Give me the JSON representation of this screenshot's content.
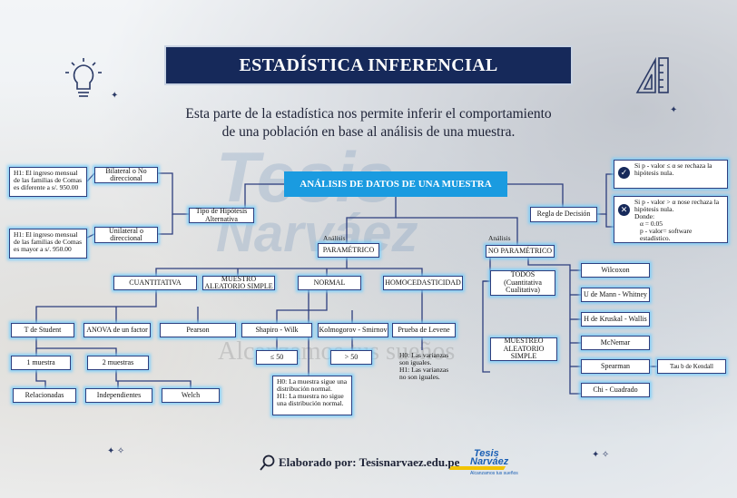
{
  "title": "ESTADÍSTICA INFERENCIAL",
  "intro": {
    "line1": "Esta parte de la estadística nos permite inferir el comportamiento",
    "line2": "de una población en base al análisis de una muestra."
  },
  "watermark": {
    "word1": "Tesis",
    "word2": "Narváez",
    "mid": "Alcanzamos tus sueños"
  },
  "main_node": "ANÁLISIS DE DATOS DE UNA MUESTRA",
  "left_branch": {
    "node": "Tipo de Hipótesis Alternativa",
    "bilateral": "Bilateral o No direccional",
    "unilateral": "Unilateral o direccional",
    "h1_bilateral": "H1: El ingreso mensual de las familias de Comas es diferente a s/. 950.00",
    "h1_unilateral": "H1: El ingreso mensual de las familias de Comas es mayor a s/. 950.00"
  },
  "right_branch": {
    "node": "Regla de Decisión",
    "rule1": "Si p - valor ≤ α se rechaza la hipótesis nula.",
    "rule2": "Si p - valor > α nose rechaza la hipótesis nula.",
    "donde": "Donde:",
    "alpha": "α = 0.05",
    "pvalue": "p - valor= software estadístico."
  },
  "parametric": {
    "label": "Análisis",
    "node": "PARAMÉTRICO",
    "cuantitativa": "CUANTITATIVA",
    "muestra": "MUESTRO ALEATORIO SIMPLE",
    "normal": "NORMAL",
    "homo": "HOMOCEDASTICIDAD",
    "tstudent": "T de Student",
    "anova": "ANOVA de un factor",
    "pearson": "Pearson",
    "una_muestra": "1 muestra",
    "dos_muestras": "2 muestras",
    "relacionadas": "Relacionadas",
    "independientes": "Independientes",
    "welch": "Welch",
    "shapiro": "Shapiro - Wilk",
    "kolmogorov": "Kolmogorov - Smirnov",
    "le50": "≤ 50",
    "gt50": "> 50",
    "normal_h": "H0: La muestra sigue una distribución normal.\nH1: La muestra no sigue una distribución normal.",
    "levene": "Prueba de Levene",
    "levene_h": "H0: Las varianzas son iguales.\nH1: Las varianzas no son iguales."
  },
  "nonparametric": {
    "label": "Análisis",
    "node": "NO PARAMÉTRICO",
    "todos": "TODOS (Cuantitativa Cualitativa)",
    "muestreo": "MUESTREO ALEATORIO SIMPLE",
    "wilcoxon": "Wilcoxon",
    "mann": "U de Mann - Whitney",
    "kruskal": "H de Kruskal - Wallis",
    "mcnemar": "McNemar",
    "spearman": "Spearman",
    "kendall": "Tau b de Kendall",
    "chi": "Chi - Cuadrado"
  },
  "footer": {
    "text": "Elaborado por: Tesisnarvaez.edu.pe",
    "logo_top": "Tesis",
    "logo_bottom": "Narváez",
    "logo_tag": "Alcanzamos tus sueños"
  },
  "icons": [
    "lightbulb-icon",
    "ruler-compass-icon",
    "check-icon",
    "close-icon",
    "magnifier-icon",
    "sparkle-icon"
  ],
  "colors": {
    "navy": "#16295a",
    "accent": "#1a9be0",
    "glow": "#78cdfa"
  }
}
